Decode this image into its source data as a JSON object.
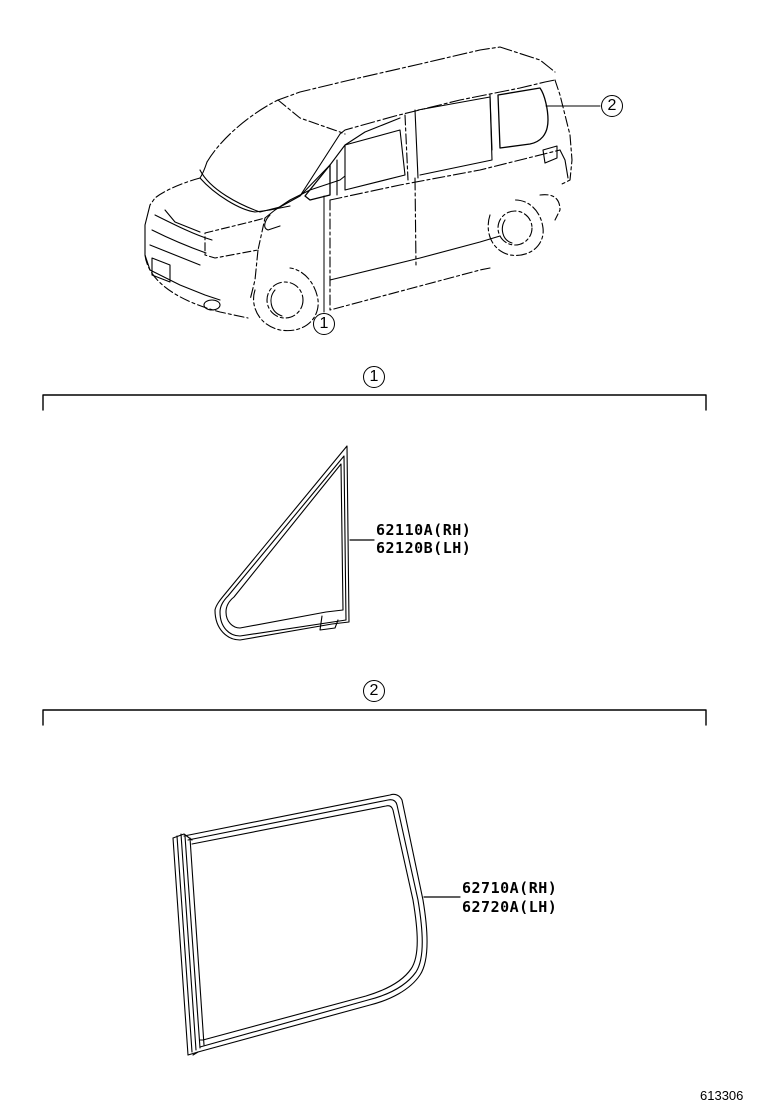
{
  "diagram": {
    "type": "parts-catalog-illustration",
    "vehicle_view": {
      "callouts": [
        {
          "id": "1",
          "label": "1"
        },
        {
          "id": "2",
          "label": "2"
        }
      ]
    },
    "sections": [
      {
        "callout": "1",
        "part_name_icon": "front-quarter-window-glass-icon",
        "part_numbers": [
          {
            "number": "62110A",
            "side": "(RH)",
            "text": "62110A(RH)"
          },
          {
            "number": "62120B",
            "side": "(LH)",
            "text": "62120B(LH)"
          }
        ]
      },
      {
        "callout": "2",
        "part_name_icon": "rear-quarter-window-glass-icon",
        "part_numbers": [
          {
            "number": "62710A",
            "side": "(RH)",
            "text": "62710A(RH)"
          },
          {
            "number": "62720A",
            "side": "(LH)",
            "text": "62720A(LH)"
          }
        ]
      }
    ],
    "figure_number": "613306"
  }
}
